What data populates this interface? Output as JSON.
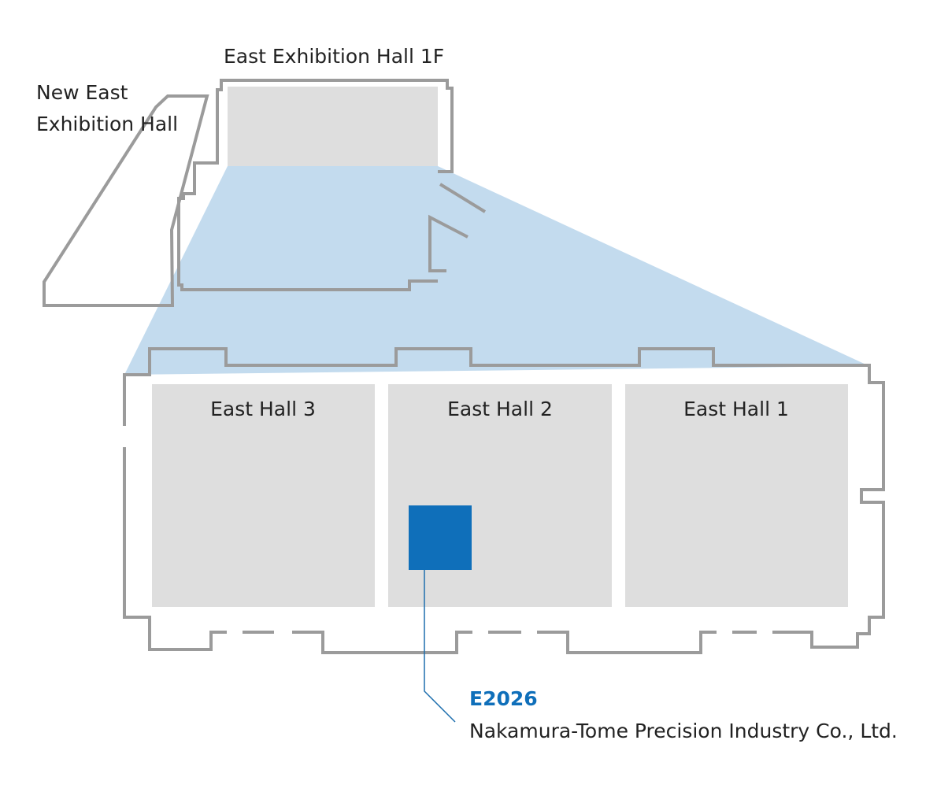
{
  "map": {
    "upper_title": "East Exhibition Hall 1F",
    "new_east_line1": "New East",
    "new_east_line2": "Exhibition Hall",
    "halls": [
      {
        "label": "East Hall 3"
      },
      {
        "label": "East Hall 2"
      },
      {
        "label": "East Hall 1"
      }
    ]
  },
  "booth": {
    "code": "E2026",
    "company": "Nakamura-Tome Precision Industry Co., Ltd."
  },
  "colors": {
    "booth": "#0f6fba",
    "zoom_wedge": "#c3dbee",
    "hall_fill": "#dedede",
    "outline": "#9b9b9b",
    "leader_line": "#1e6fae"
  }
}
